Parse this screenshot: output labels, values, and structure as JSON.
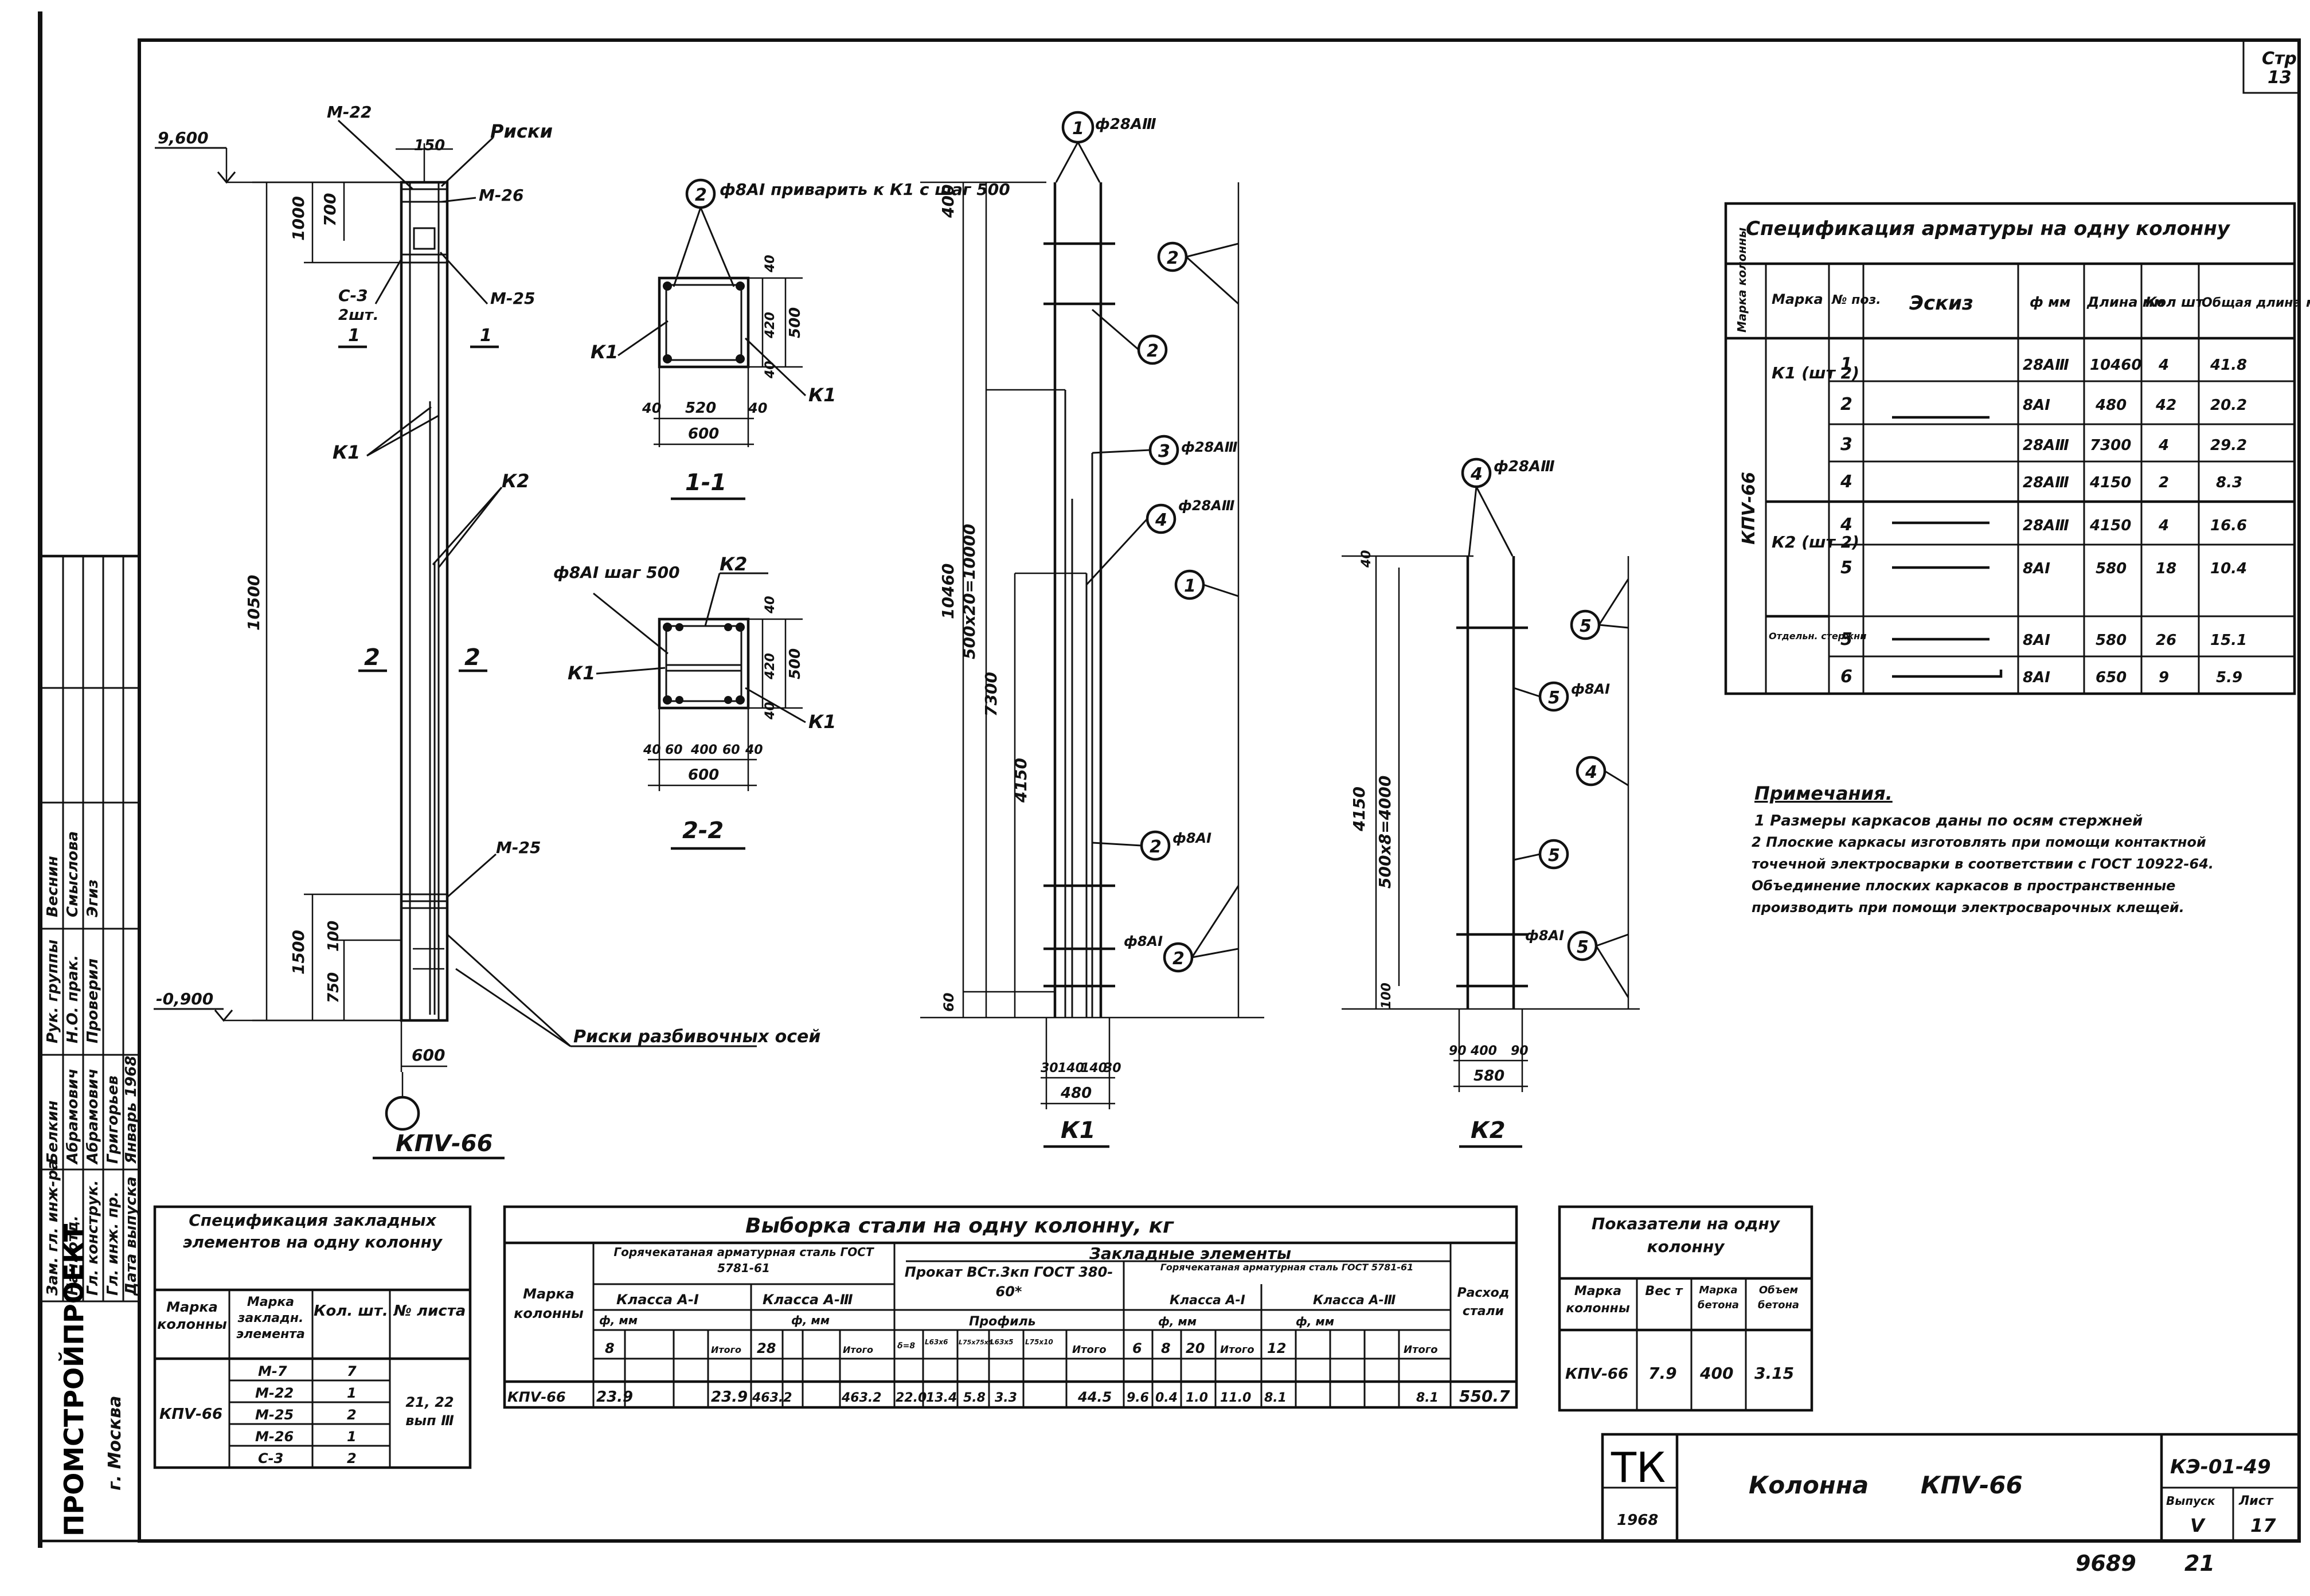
{
  "sheet_corner": {
    "page_label": "Стр",
    "page_no": "13"
  },
  "title_block": {
    "logo": "ТК",
    "year": "1968",
    "title": "Колонна",
    "mark": "КПⅤ-66",
    "series_code": "КЭ-01-49",
    "issue_label": "Выпуск",
    "issue_no": "Ⅴ",
    "sheet_label": "Лист",
    "sheet_no": "17"
  },
  "bottom_numbers": {
    "archive_no": "9689",
    "page_no": "21"
  },
  "org": {
    "name": "ПРОМСТРОЙПРОЕКТ",
    "city": "г. Москва"
  },
  "signatures": [
    {
      "role": "Рук. группы",
      "name": "Веснин"
    },
    {
      "role": "Н.О. прак.",
      "name": "Смыслова"
    },
    {
      "role": "Проверил",
      "name": "Эгиз"
    },
    {
      "role": "Зам. гл. инж-ра",
      "name": "Белкин"
    },
    {
      "role": "Нач. отд.",
      "name": "Абрамович"
    },
    {
      "role": "Гл. конструк.",
      "name": "Абрамович"
    },
    {
      "role": "Гл. инж. пр.",
      "name": "Григорьев"
    },
    {
      "role": "Дата выпуска",
      "name": "Январь 1968"
    }
  ],
  "column_view": {
    "level_top": "9,600",
    "level_bottom": "-0,900",
    "items": [
      "М-22",
      "Риски",
      "М-26",
      "М-25",
      "С-3",
      "2шт.",
      "К1",
      "К2",
      "М-25"
    ],
    "dims": [
      "150",
      "1000",
      "700",
      "10500",
      "1500",
      "100",
      "750",
      "600"
    ],
    "section_marks": [
      "1",
      "1",
      "2",
      "2"
    ],
    "note_label": "Риски разбивочных осей",
    "caption": "КПⅤ-66"
  },
  "section_1": {
    "callout": "ф8АI приварить к К1 с шаг 500",
    "labels": [
      "К1",
      "К1"
    ],
    "dims": [
      "40",
      "420",
      "40",
      "500",
      "40",
      "520",
      "40",
      "600"
    ],
    "caption": "1-1"
  },
  "section_2": {
    "callout": "ф8АI шаг 500",
    "labels": [
      "К2",
      "К1",
      "К1"
    ],
    "dims": [
      "40",
      "420",
      "40",
      "500",
      "40",
      "60",
      "400",
      "60",
      "40",
      "600"
    ],
    "caption": "2-2"
  },
  "k1_view": {
    "top_bar": "ф28АⅢ",
    "dims": [
      "400",
      "10460",
      "500x20=10000",
      "7300",
      "4150",
      "60",
      "30",
      "140",
      "140",
      "30",
      "480"
    ],
    "callouts": [
      "1",
      "2",
      "2",
      "3",
      "4",
      "1",
      "2",
      "2"
    ],
    "bar_labels": [
      "ф28АⅢ",
      "ф28АⅢ",
      "ф8АI",
      "ф8АI"
    ],
    "caption": "К1"
  },
  "k2_view": {
    "top_bar": "ф28АⅢ",
    "dims": [
      "40",
      "4150",
      "500x8=4000",
      "100",
      "90",
      "400",
      "90",
      "580"
    ],
    "callouts": [
      "4",
      "5",
      "5",
      "4",
      "5",
      "5"
    ],
    "bar_labels": [
      "ф8АI",
      "ф8АI"
    ],
    "caption": "К2"
  },
  "rebar_spec": {
    "title": "Спецификация арматуры на одну колонну",
    "headers": [
      "Марка колонны",
      "Марка",
      "№ поз.",
      "Эскиз",
      "ф мм",
      "Длина мм",
      "Кол шт",
      "Общая длина м"
    ],
    "column_mark": "КПⅤ-66",
    "groups": [
      {
        "mark": "К1 (шт 2)",
        "rows": [
          {
            "pos": "1",
            "dia": "28АⅢ",
            "len": "10460",
            "qty": "4",
            "total": "41.8"
          },
          {
            "pos": "2",
            "dia": "8АI",
            "len": "480",
            "qty": "42",
            "total": "20.2"
          },
          {
            "pos": "3",
            "dia": "28АⅢ",
            "len": "7300",
            "qty": "4",
            "total": "29.2"
          },
          {
            "pos": "4",
            "dia": "28АⅢ",
            "len": "4150",
            "qty": "2",
            "total": "8.3"
          }
        ]
      },
      {
        "mark": "К2 (шт 2)",
        "rows": [
          {
            "pos": "4",
            "dia": "28АⅢ",
            "len": "4150",
            "qty": "4",
            "total": "16.6"
          },
          {
            "pos": "5",
            "dia": "8АI",
            "len": "580",
            "qty": "18",
            "total": "10.4"
          }
        ]
      },
      {
        "mark": "Отдельн. стержни",
        "rows": [
          {
            "pos": "5",
            "dia": "8АI",
            "len": "580",
            "qty": "26",
            "total": "15.1"
          },
          {
            "pos": "6",
            "dia": "8АI",
            "len": "650",
            "qty": "9",
            "total": "5.9"
          }
        ]
      }
    ]
  },
  "notes": {
    "title": "Примечания.",
    "items": [
      "1 Размеры каркасов даны по осям стержней",
      "2 Плоские каркасы изготовлять при помощи контактной точечной электросварки в соответствии с ГОСТ 10922-64. Объединение плоских каркасов в пространственные производить при помощи электросварочных клещей."
    ]
  },
  "embedded_spec": {
    "title": "Спецификация закладных элементов на одну колонну",
    "headers": [
      "Марка колонны",
      "Марка закладн. элемента",
      "Кол. шт.",
      "№ листа"
    ],
    "column_mark": "КПⅤ-66",
    "rows": [
      {
        "mark": "М-7",
        "qty": "7"
      },
      {
        "mark": "М-22",
        "qty": "1"
      },
      {
        "mark": "М-25",
        "qty": "2"
      },
      {
        "mark": "М-26",
        "qty": "1"
      },
      {
        "mark": "С-3",
        "qty": "2"
      }
    ],
    "sheet_ref": "21, 22 вып Ⅲ"
  },
  "steel_selection": {
    "title": "Выборка стали на одну колонну, кг",
    "h_column": "Марка колонны",
    "h_hot": "Горячекатаная арматурная сталь ГОСТ 5781-61",
    "h_emb": "Закладные элементы",
    "h_a1": "Класса А-I",
    "h_a3": "Класса А-Ⅲ",
    "h_prof": "Прокат ВСт.3кп ГОСТ 380-60*",
    "h_prof_sub": "Профиль",
    "h_hot2": "Горячекатаная арматурная сталь ГОСТ 5781-61",
    "h_emb_a1": "Класса А-I",
    "h_emb_a3": "Класса А-Ⅲ",
    "h_dia": "ф, мм",
    "h_total": "Итого",
    "h_consumption": "Расход стали",
    "sub_a1": [
      "8"
    ],
    "sub_a3": [
      "28"
    ],
    "sub_prof": [
      "δ=8",
      "L63x6",
      "L75x75x6",
      "L63x5",
      "L75x10"
    ],
    "sub_emb_a1": [
      "6",
      "8",
      "20"
    ],
    "sub_emb_a3": [
      "12"
    ],
    "row": {
      "mark": "КПⅤ-66",
      "a1_8": "23.9",
      "a1_total": "23.9",
      "a3_28": "463.2",
      "a3_total": "463.2",
      "prof": [
        "22.0",
        "13.4",
        "5.8",
        "3.3"
      ],
      "prof_total": "44.5",
      "emb_a1": [
        "9.6",
        "0.4",
        "1.0"
      ],
      "emb_a1_total": "11.0",
      "emb_a3": [
        "8.1"
      ],
      "emb_a3_total": "8.1",
      "consumption": "550.7"
    }
  },
  "indicators": {
    "title": "Показатели на одну колонну",
    "headers": [
      "Марка колонны",
      "Вес т",
      "Марка бетона",
      "Объем бетона"
    ],
    "row": {
      "mark": "КПⅤ-66",
      "weight": "7.9",
      "grade": "400",
      "volume": "3.15"
    }
  }
}
